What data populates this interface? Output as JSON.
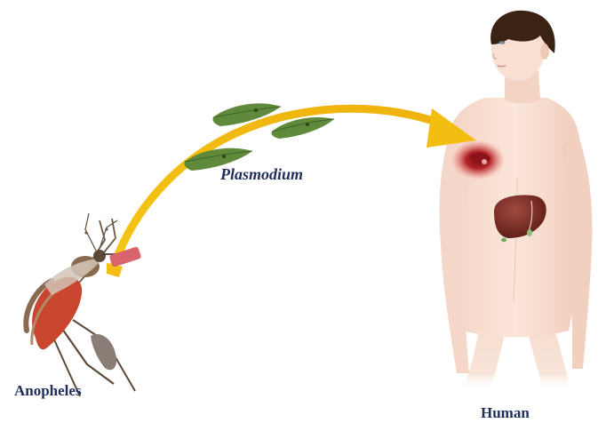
{
  "labels": {
    "mosquito": "Anopheles",
    "parasite": "Plasmodium",
    "human": "Human"
  },
  "colors": {
    "arrow": "#f2be12",
    "label_text": "#1f2d5a",
    "parasite": "#5f8a3c",
    "skin": "#f6dccd",
    "hair": "#3b2314",
    "liver": "#7a2a22",
    "bite_site": "#b3242a",
    "mosquito_body": "#c8452e"
  },
  "icons": {
    "mosquito": "mosquito-icon",
    "parasite": "plasmodium-sporozoite-icon",
    "human": "human-silhouette-icon",
    "liver": "liver-icon",
    "bite": "blood-spot-icon"
  }
}
